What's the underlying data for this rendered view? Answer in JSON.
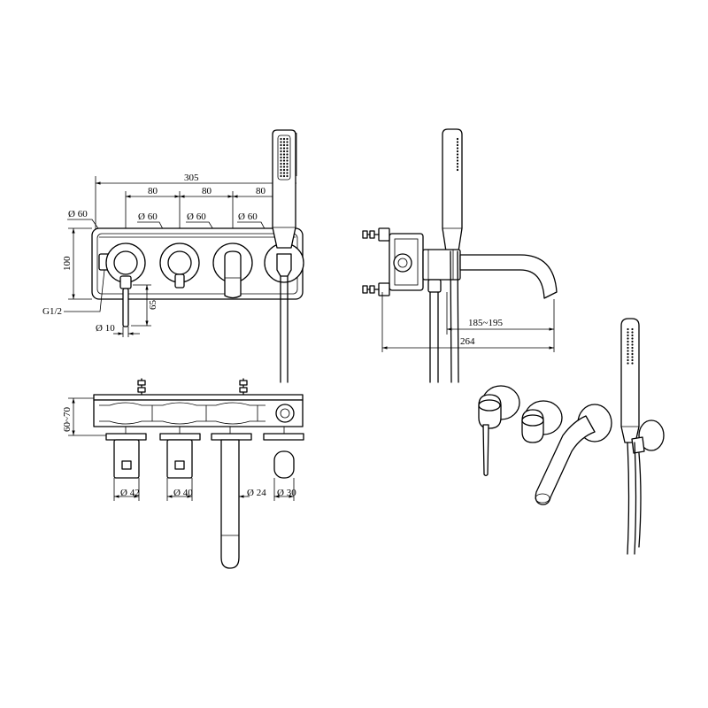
{
  "front_view": {
    "dim_overall": "305",
    "dim_spacing": [
      "80",
      "80",
      "80"
    ],
    "diameter_plates": [
      "Ø 60",
      "Ø 60",
      "Ø 60",
      "Ø 60"
    ],
    "dim_height": "100",
    "thread": "G1/2",
    "dim_lever": "65",
    "diameter_lever": "Ø 10"
  },
  "side_view": {
    "dim_projection": "185~195",
    "dim_total": "264"
  },
  "top_view": {
    "dim_depth": "60~70",
    "diameters": [
      "Ø 42",
      "Ø 40",
      "Ø 24",
      "Ø 30"
    ]
  },
  "colors": {
    "line": "#000000",
    "background": "#ffffff"
  }
}
